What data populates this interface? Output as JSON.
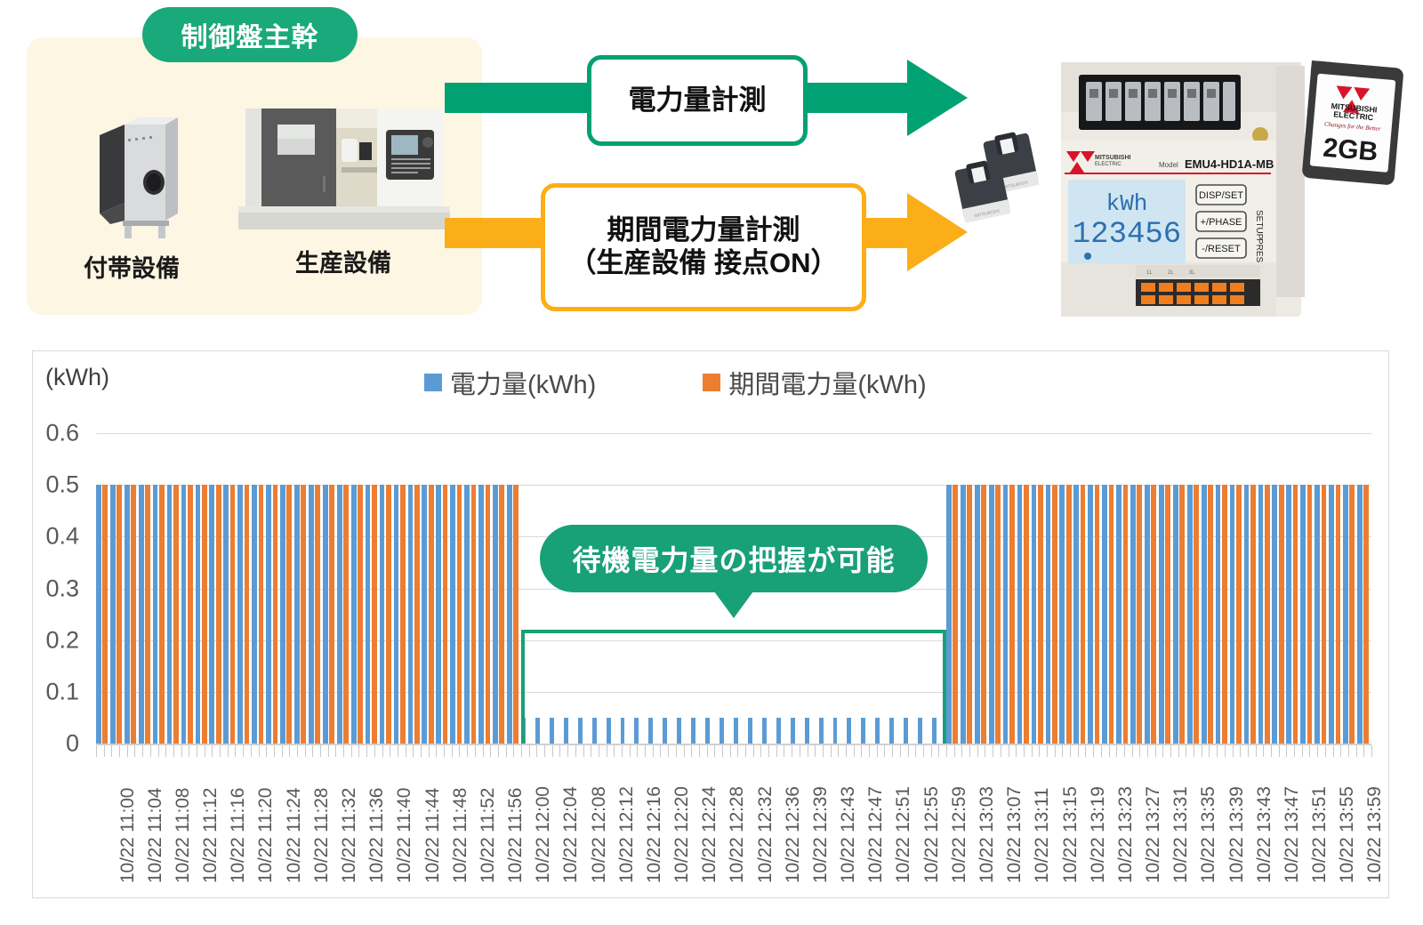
{
  "diagram": {
    "panel_label": "制御盤主幹",
    "equipment": [
      {
        "name": "付帯設備",
        "icon": "fan-unit-icon"
      },
      {
        "name": "生産設備",
        "icon": "cnc-machine-icon"
      }
    ],
    "flows": [
      {
        "label": "電力量計測",
        "color": "#00a173",
        "arrow": "right-arrow-green"
      },
      {
        "label_line1": "期間電力量計測",
        "label_line2": "（生産設備 接点ON）",
        "color": "#fbae17",
        "arrow": "right-arrow-orange"
      }
    ],
    "device": {
      "brand": "MITSUBISHI ELECTRIC",
      "brand_tagline": "Changes for the Better",
      "model_prefix": "Model",
      "model": "EMU4-HD1A-MB",
      "lcd_unit": "kWh",
      "lcd_value": "123456",
      "buttons": [
        "DISP/SET",
        "+/PHASE",
        "-/RESET"
      ],
      "side_labels": [
        "SETUP",
        "PRESET"
      ],
      "terminal_labels": [
        "1L",
        "2L",
        "3L"
      ],
      "sd_card_capacity": "2GB",
      "ct_icon": "current-transformer-icon"
    }
  },
  "chart_card": {
    "unit_label": "(kWh)",
    "callout": "待機電力量の把握が可能"
  },
  "chart_data": {
    "type": "bar",
    "title": "",
    "xlabel": "",
    "ylabel": "(kWh)",
    "ylim": [
      0,
      0.6
    ],
    "yticks": [
      "0",
      "0.1",
      "0.2",
      "0.3",
      "0.4",
      "0.5",
      "0.6"
    ],
    "grid": true,
    "legend_position": "top",
    "series": [
      {
        "name": "電力量(kWh)",
        "color": "#5b9bd5"
      },
      {
        "name": "期間電力量(kWh)",
        "color": "#ed7d31"
      }
    ],
    "tick_labels": [
      "10/22 11:00",
      "10/22 11:04",
      "10/22 11:08",
      "10/22 11:12",
      "10/22 11:16",
      "10/22 11:20",
      "10/22 11:24",
      "10/22 11:28",
      "10/22 11:32",
      "10/22 11:36",
      "10/22 11:40",
      "10/22 11:44",
      "10/22 11:48",
      "10/22 11:52",
      "10/22 11:56",
      "10/22 12:00",
      "10/22 12:04",
      "10/22 12:08",
      "10/22 12:12",
      "10/22 12:16",
      "10/22 12:20",
      "10/22 12:24",
      "10/22 12:28",
      "10/22 12:32",
      "10/22 12:36",
      "10/22 12:39",
      "10/22 12:43",
      "10/22 12:47",
      "10/22 12:51",
      "10/22 12:55",
      "10/22 12:59",
      "10/22 13:03",
      "10/22 13:07",
      "10/22 13:11",
      "10/22 13:15",
      "10/22 13:19",
      "10/22 13:23",
      "10/22 13:27",
      "10/22 13:31",
      "10/22 13:35",
      "10/22 13:39",
      "10/22 13:43",
      "10/22 13:47",
      "10/22 13:51",
      "10/22 13:55",
      "10/22 13:59"
    ],
    "segments": [
      {
        "from": "10/22 11:00",
        "to": "10/22 11:59",
        "power_kwh": 0.5,
        "period_kwh": 0.5,
        "state": "operating"
      },
      {
        "from": "10/22 12:00",
        "to": "10/22 12:59",
        "power_kwh": 0.05,
        "period_kwh": 0,
        "state": "standby"
      },
      {
        "from": "10/22 13:00",
        "to": "10/22 13:59",
        "power_kwh": 0.5,
        "period_kwh": 0.5,
        "state": "operating"
      }
    ],
    "annotation": {
      "text": "待機電力量の把握が可能",
      "bracket_from": "10/22 12:00",
      "bracket_to": "10/22 12:59",
      "bracket_level": 0.22,
      "color": "#18a077"
    }
  }
}
